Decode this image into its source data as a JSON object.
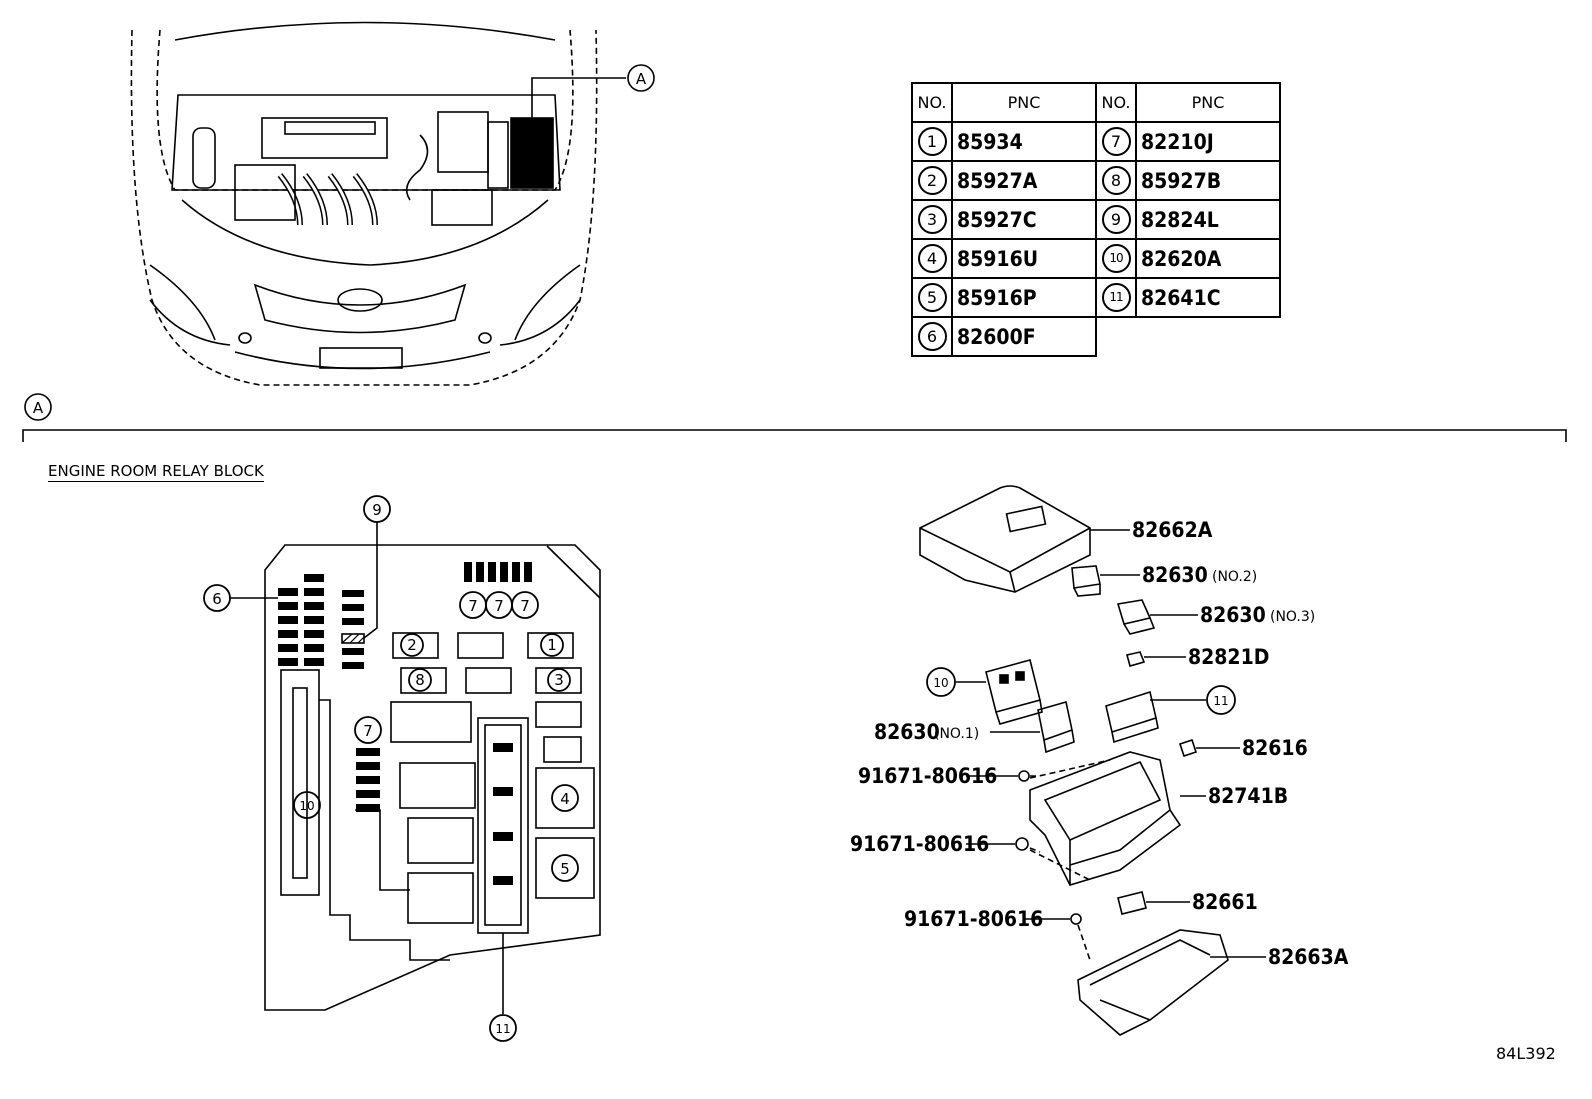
{
  "view_label": "A",
  "section_title": "ENGINE ROOM RELAY BLOCK",
  "table": {
    "headers": [
      "NO.",
      "PNC",
      "NO.",
      "PNC"
    ],
    "left": [
      {
        "no": "1",
        "pnc": "85934"
      },
      {
        "no": "2",
        "pnc": "85927A"
      },
      {
        "no": "3",
        "pnc": "85927C"
      },
      {
        "no": "4",
        "pnc": "85916U"
      },
      {
        "no": "5",
        "pnc": "85916P"
      },
      {
        "no": "6",
        "pnc": "82600F"
      }
    ],
    "right": [
      {
        "no": "7",
        "pnc": "82210J"
      },
      {
        "no": "8",
        "pnc": "85927B"
      },
      {
        "no": "9",
        "pnc": "82824L"
      },
      {
        "no": "10",
        "pnc": "82620A"
      },
      {
        "no": "11",
        "pnc": "82641C"
      }
    ]
  },
  "relay_block_callouts": [
    "1",
    "2",
    "3",
    "4",
    "5",
    "6",
    "7",
    "8",
    "9",
    "10",
    "11"
  ],
  "exploded_parts": {
    "cover": "82662A",
    "relay_no2": "82630",
    "relay_no2_note": "(NO.2)",
    "relay_no3": "82630",
    "relay_no3_note": "(NO.3)",
    "fuse_clip": "82821D",
    "relay_no1": "82630",
    "relay_no1_note": "(NO.1)",
    "clip": "82616",
    "block": "82741B",
    "bolt_1": "91671-80616",
    "bolt_2": "91671-80616",
    "bolt_3": "91671-80616",
    "holder": "82661",
    "lower_cover": "82663A",
    "callout_10": "10",
    "callout_11": "11"
  },
  "drawing_code": "84L392"
}
